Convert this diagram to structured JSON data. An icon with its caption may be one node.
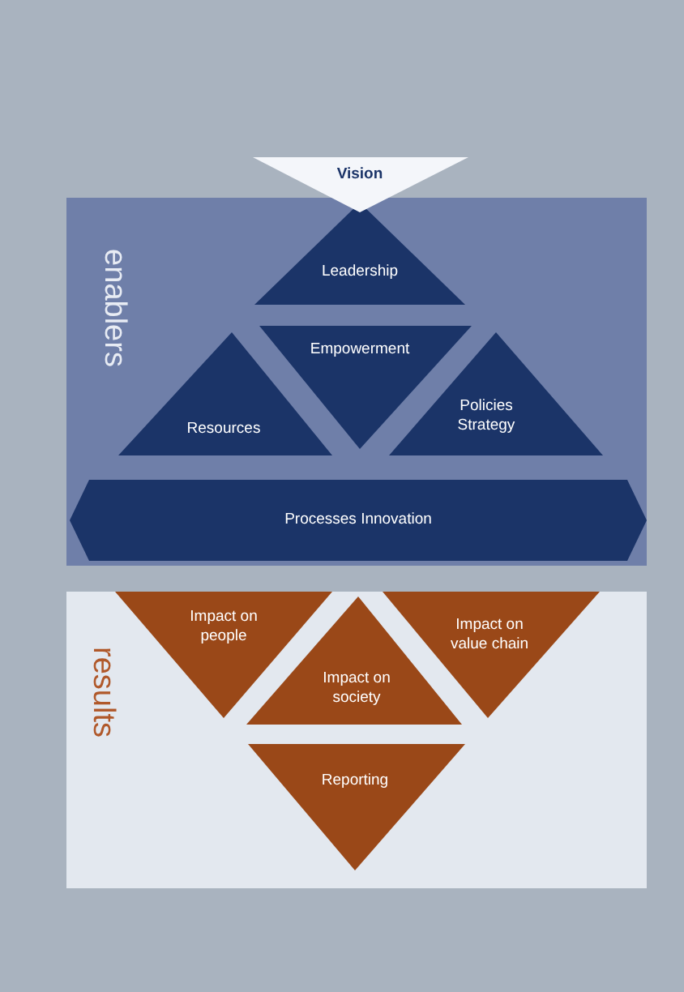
{
  "diagram": {
    "nodes": [
      {
        "text": [
          "Vision"
        ]
      },
      {
        "text": [
          "enablers"
        ]
      },
      {
        "text": [
          "Leadership"
        ],
        "in": 1
      },
      {
        "text": [
          "Empowerment"
        ],
        "in": 1
      },
      {
        "text": [
          "Resources"
        ],
        "in": 1
      },
      {
        "text": [
          "Policies Strategy"
        ],
        "in": 1
      },
      {
        "text": [
          "Processes Innovation"
        ],
        "in": 1
      },
      {
        "text": [
          "results"
        ]
      },
      {
        "text": [
          "Impact on people"
        ],
        "in": 7
      },
      {
        "text": [
          "Impact on society"
        ],
        "in": 7
      },
      {
        "text": [
          "Impact on value chain"
        ],
        "in": 7
      },
      {
        "text": [
          "Reporting"
        ],
        "in": 7
      }
    ]
  }
}
